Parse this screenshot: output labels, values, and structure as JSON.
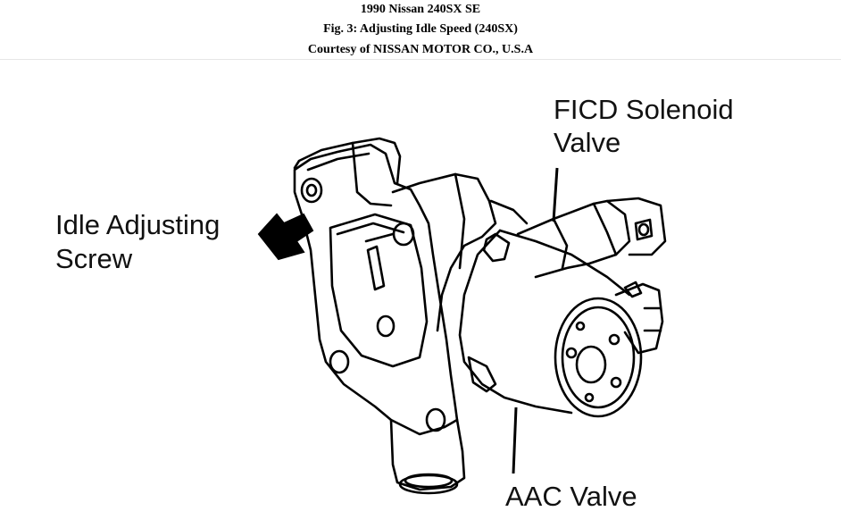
{
  "header": {
    "line1": "1990 Nissan 240SX SE",
    "line2": "Fig. 3: Adjusting Idle Speed (240SX)",
    "line3": "Courtesy of NISSAN MOTOR CO., U.S.A"
  },
  "diagram": {
    "labels": {
      "idle_line1": "Idle Adjusting",
      "idle_line2": "Screw",
      "ficd_line1": "FICD Solenoid",
      "ficd_line2": "Valve",
      "aac": "AAC Valve"
    }
  }
}
